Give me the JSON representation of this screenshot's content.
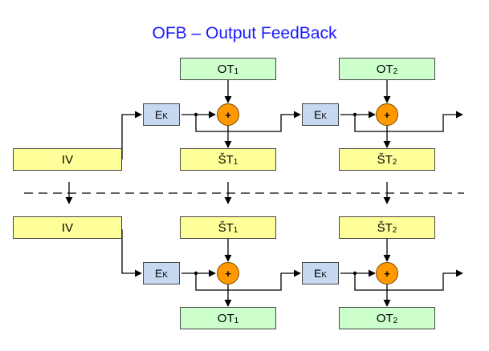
{
  "title": "OFB – Output FeedBack",
  "encrypt": {
    "iv": "IV",
    "ek": {
      "base": "E",
      "sub": "K"
    },
    "xor_symbol": "+",
    "plaintext_1": {
      "base": "OT",
      "sub": "1"
    },
    "plaintext_2": {
      "base": "OT",
      "sub": "2"
    },
    "ciphertext_1": {
      "base": "ŠT",
      "sub": "1"
    },
    "ciphertext_2": {
      "base": "ŠT",
      "sub": "2"
    }
  },
  "decrypt": {
    "iv": "IV",
    "ek": {
      "base": "E",
      "sub": "K"
    },
    "xor_symbol": "+",
    "ciphertext_1": {
      "base": "ŠT",
      "sub": "1"
    },
    "ciphertext_2": {
      "base": "ŠT",
      "sub": "2"
    },
    "plaintext_1": {
      "base": "OT",
      "sub": "1"
    },
    "plaintext_2": {
      "base": "OT",
      "sub": "2"
    }
  },
  "colors": {
    "title": "#1a1aff",
    "block_yellow": "#ffff99",
    "block_green": "#ccffcc",
    "block_cipher": "#c6d9f1",
    "xor": "#ff9900",
    "line": "#000000"
  }
}
